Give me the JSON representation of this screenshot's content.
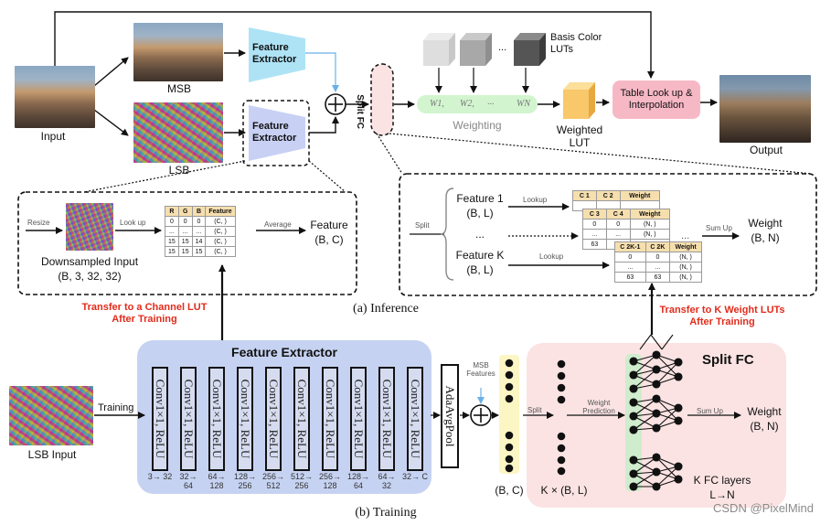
{
  "inference": {
    "input_label": "Input",
    "msb_label": "MSB",
    "lsb_label": "LSB",
    "feature_extractor_1": "Feature Extractor",
    "feature_extractor_2": "Feature Extractor",
    "split_fc": "Split FC",
    "basis_luts": "Basis Color LUTs",
    "weights": [
      "W1,",
      "W2,",
      "...",
      "WN"
    ],
    "weighting": "Weighting",
    "weighted_lut": "Weighted LUT",
    "table_lookup": "Table Look up & Interpolation",
    "output_label": "Output",
    "caption": "(a) Inference"
  },
  "detail_left": {
    "resize": "Resize",
    "look_up": "Look up",
    "average": "Average",
    "downsampled": "Downsampled Input",
    "downsampled_shape": "(B, 3, 32, 32)",
    "feature": "Feature",
    "feature_shape": "(B, C)",
    "lut_header": [
      "R",
      "G",
      "B",
      "Feature"
    ],
    "lut_rows": [
      [
        "0",
        "0",
        "0",
        "(C, )"
      ],
      [
        "...",
        "...",
        "...",
        "(C, )"
      ],
      [
        "15",
        "15",
        "14",
        "(C, )"
      ],
      [
        "15",
        "15",
        "15",
        "(C, )"
      ]
    ]
  },
  "detail_right": {
    "split": "Split",
    "feature1": "Feature 1",
    "feature1_shape": "(B, L)",
    "dots": "...",
    "featureK": "Feature K",
    "featureK_shape": "(B, L)",
    "lookup1": "Lookup",
    "lookup2": "Lookup",
    "sum_up": "Sum Up",
    "weight": "Weight",
    "weight_shape": "(B, N)",
    "t1_header": [
      "C 1",
      "C 2",
      "Weight"
    ],
    "t2_header": [
      "C 3",
      "C 4",
      "Weight"
    ],
    "t2_rows": [
      [
        "0",
        "0",
        "(N, )"
      ],
      [
        "...",
        "...",
        "(N, )"
      ],
      [
        "63",
        "",
        ""
      ]
    ],
    "t3_header": [
      "C 2K-1",
      "C 2K",
      "Weight"
    ],
    "t3_rows": [
      [
        "0",
        "0",
        "(N, )"
      ],
      [
        "...",
        "...",
        "(N, )"
      ],
      [
        "63",
        "63",
        "(N, )"
      ]
    ]
  },
  "transfer": {
    "left": "Transfer to a Channel LUT After Training",
    "right": "Transfer to K Weight LUTs After Training"
  },
  "training": {
    "title": "Feature Extractor",
    "lsb_input": "LSB Input",
    "training": "Training",
    "conv_label": "Conv1×1, ReLU",
    "channels": [
      "3→ 32",
      "32→ 64",
      "64→ 128",
      "128→ 256",
      "256→ 512",
      "512→ 256",
      "256→ 128",
      "128→ 64",
      "64→ 32",
      "32→ C"
    ],
    "pool": "AdaAvgPool",
    "msb_features": "MSB Features",
    "bc": "(B, C)",
    "split": "Split",
    "kbl": "K × (B, L)",
    "weight_prediction": "Weight Prediction",
    "split_fc_title": "Split FC",
    "sum_up": "Sum Up",
    "weight": "Weight",
    "weight_shape": "(B, N)",
    "kfc": "K FC layers",
    "ln": "L→N",
    "caption": "(b) Training",
    "watermark": "CSDN @PixelMind"
  },
  "colors": {
    "feature_extractor_fill": "#aee3f6",
    "feature_extractor_lsb_fill": "#c8d0f4",
    "training_panel": "#c6d2f1",
    "split_fc_panel": "#fbe3e3",
    "weighting_bar": "#d2f5cf",
    "weighted_lut": "#f8c86a",
    "table_lookup": "#f7b8c6",
    "transfer_text": "#e22b1b"
  }
}
